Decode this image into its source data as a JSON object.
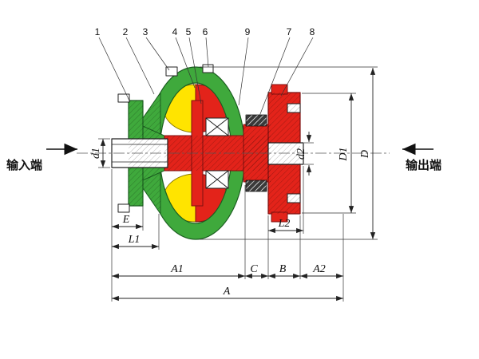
{
  "drawing": {
    "type": "sectional-drawing-fluid-coupling",
    "labels": {
      "input_end": "输入端",
      "output_end": "输出端"
    },
    "callouts": {
      "n1": "1",
      "n2": "2",
      "n3": "3",
      "n4": "4",
      "n5": "5",
      "n6": "6",
      "n7": "7",
      "n8": "8",
      "n9": "9"
    },
    "dimensions": {
      "d1": "d1",
      "d2": "d2",
      "D1": "D1",
      "D": "D",
      "E": "E",
      "L1": "L1",
      "L2": "L2",
      "A1": "A1",
      "A2": "A2",
      "B": "B",
      "C": "C",
      "A": "A"
    },
    "colors": {
      "input_parts_green": "#3fa93c",
      "fluid_yellow": "#ffe400",
      "output_parts_red": "#e3231a",
      "line": "#222222",
      "background": "#ffffff"
    }
  }
}
